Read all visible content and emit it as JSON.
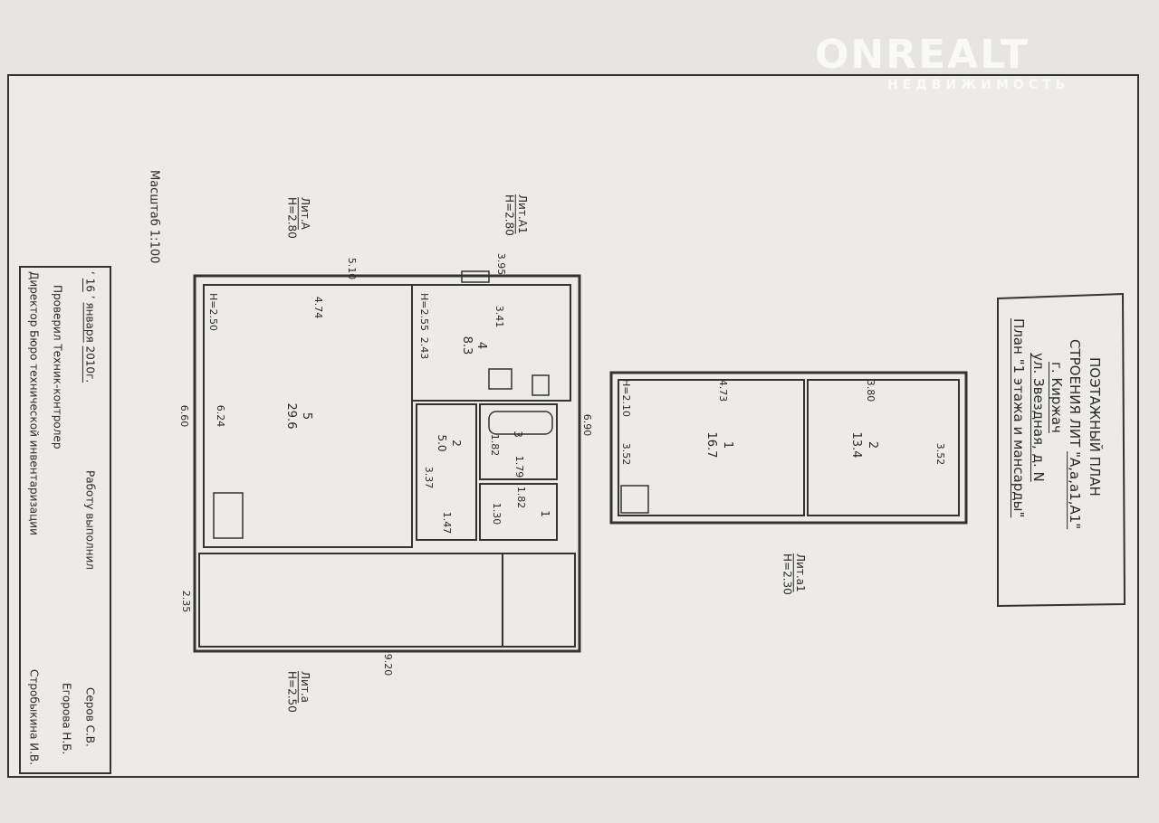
{
  "watermark": {
    "brand": "ONREALT",
    "tagline": "НЕДВИЖИМОСТЬ"
  },
  "title_block": {
    "line1": "ПОЭТАЖНЫЙ ПЛАН",
    "line2_prefix": "СТРОЕНИЯ ЛИТ",
    "line2_value": "\"А,а,а1,А1\"",
    "city": "г. Киржач",
    "street": "ул. Звездная, д. N",
    "plan": "План \"1 этажа и мансарды\""
  },
  "scale": "Масштаб 1:100",
  "litera": [
    {
      "name": "Лит.А1",
      "height": "Н=2.80"
    },
    {
      "name": "Лит.А",
      "height": "Н=2.80"
    },
    {
      "name": "Лит.а",
      "height": "Н=2.50"
    },
    {
      "name": "Лит.а1",
      "height": "Н=2.30"
    }
  ],
  "main_plan": {
    "dims": {
      "top_a1": "3.95",
      "top_a": "5.10",
      "left_total": "6.60",
      "right_total": "6.90",
      "bottom_a": "2.35",
      "bottom_total": "9.20"
    },
    "rooms": [
      {
        "num": "5",
        "area": "29.6",
        "w": "4.74",
        "l": "6.24",
        "h": "Н=2.50"
      },
      {
        "num": "4",
        "area": "8.3",
        "w": "3.41",
        "l": "2.43",
        "h": "Н=2.55"
      },
      {
        "num": "2",
        "area": "5.0",
        "l": "3.37"
      },
      {
        "num": "3",
        "area": "1.82",
        "w": "1.79"
      },
      {
        "num": "1",
        "area": "1.30",
        "w": "1.82",
        "l": "1.47"
      }
    ]
  },
  "attic_plan": {
    "rooms": [
      {
        "num": "1",
        "area": "16.7",
        "w": "4.73",
        "l": "3.52",
        "h": "Н=2.10"
      },
      {
        "num": "2",
        "area": "13.4",
        "w": "3.80",
        "l": "3.52"
      }
    ]
  },
  "signatures": {
    "date_day": "16",
    "date_month": "января",
    "date_year": "2010г.",
    "performed_label": "Работу выполнил",
    "performed_name": "Серов С.В.",
    "checked_label": "Проверил Техник-контролер",
    "checked_name": "Егорова Н.Б.",
    "director_label": "Директор Бюро технической инвентаризации",
    "director_name": "Стробыкина И.В."
  }
}
